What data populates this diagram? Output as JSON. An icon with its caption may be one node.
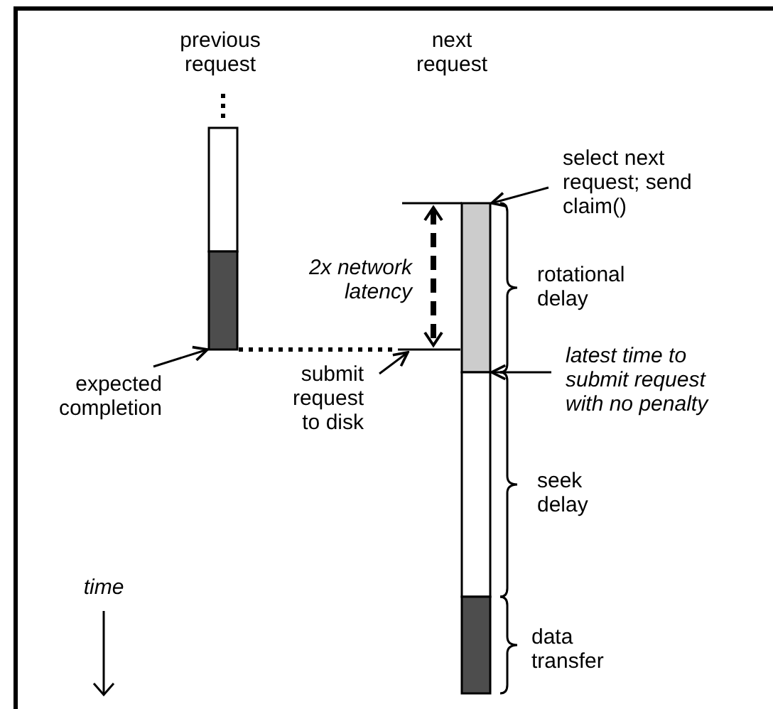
{
  "diagram": {
    "nodes": [
      {
        "text": [
          "previous request"
        ]
      },
      {
        "text": [
          "next request"
        ]
      },
      {
        "text": [
          "select next request; send claim()"
        ]
      },
      {
        "text": [
          "latest time to submit request with no penalty"
        ]
      },
      {
        "text": [
          "expected completion"
        ]
      },
      {
        "text": [
          "submit request to disk"
        ]
      }
    ],
    "edges": [
      {
        "from": 2,
        "to": 1,
        "arrow": "to"
      },
      {
        "from": 3,
        "to": 1,
        "arrow": "to"
      },
      {
        "from": 4,
        "to": 0,
        "arrow": "to"
      },
      {
        "from": 5,
        "to": 1,
        "arrow": "to"
      },
      {
        "from": 0,
        "to": 1,
        "arrow": "none",
        "style": "dashed"
      }
    ],
    "labels": [
      "2x network latency",
      "rotational delay",
      "seek delay",
      "data transfer",
      "time"
    ]
  }
}
